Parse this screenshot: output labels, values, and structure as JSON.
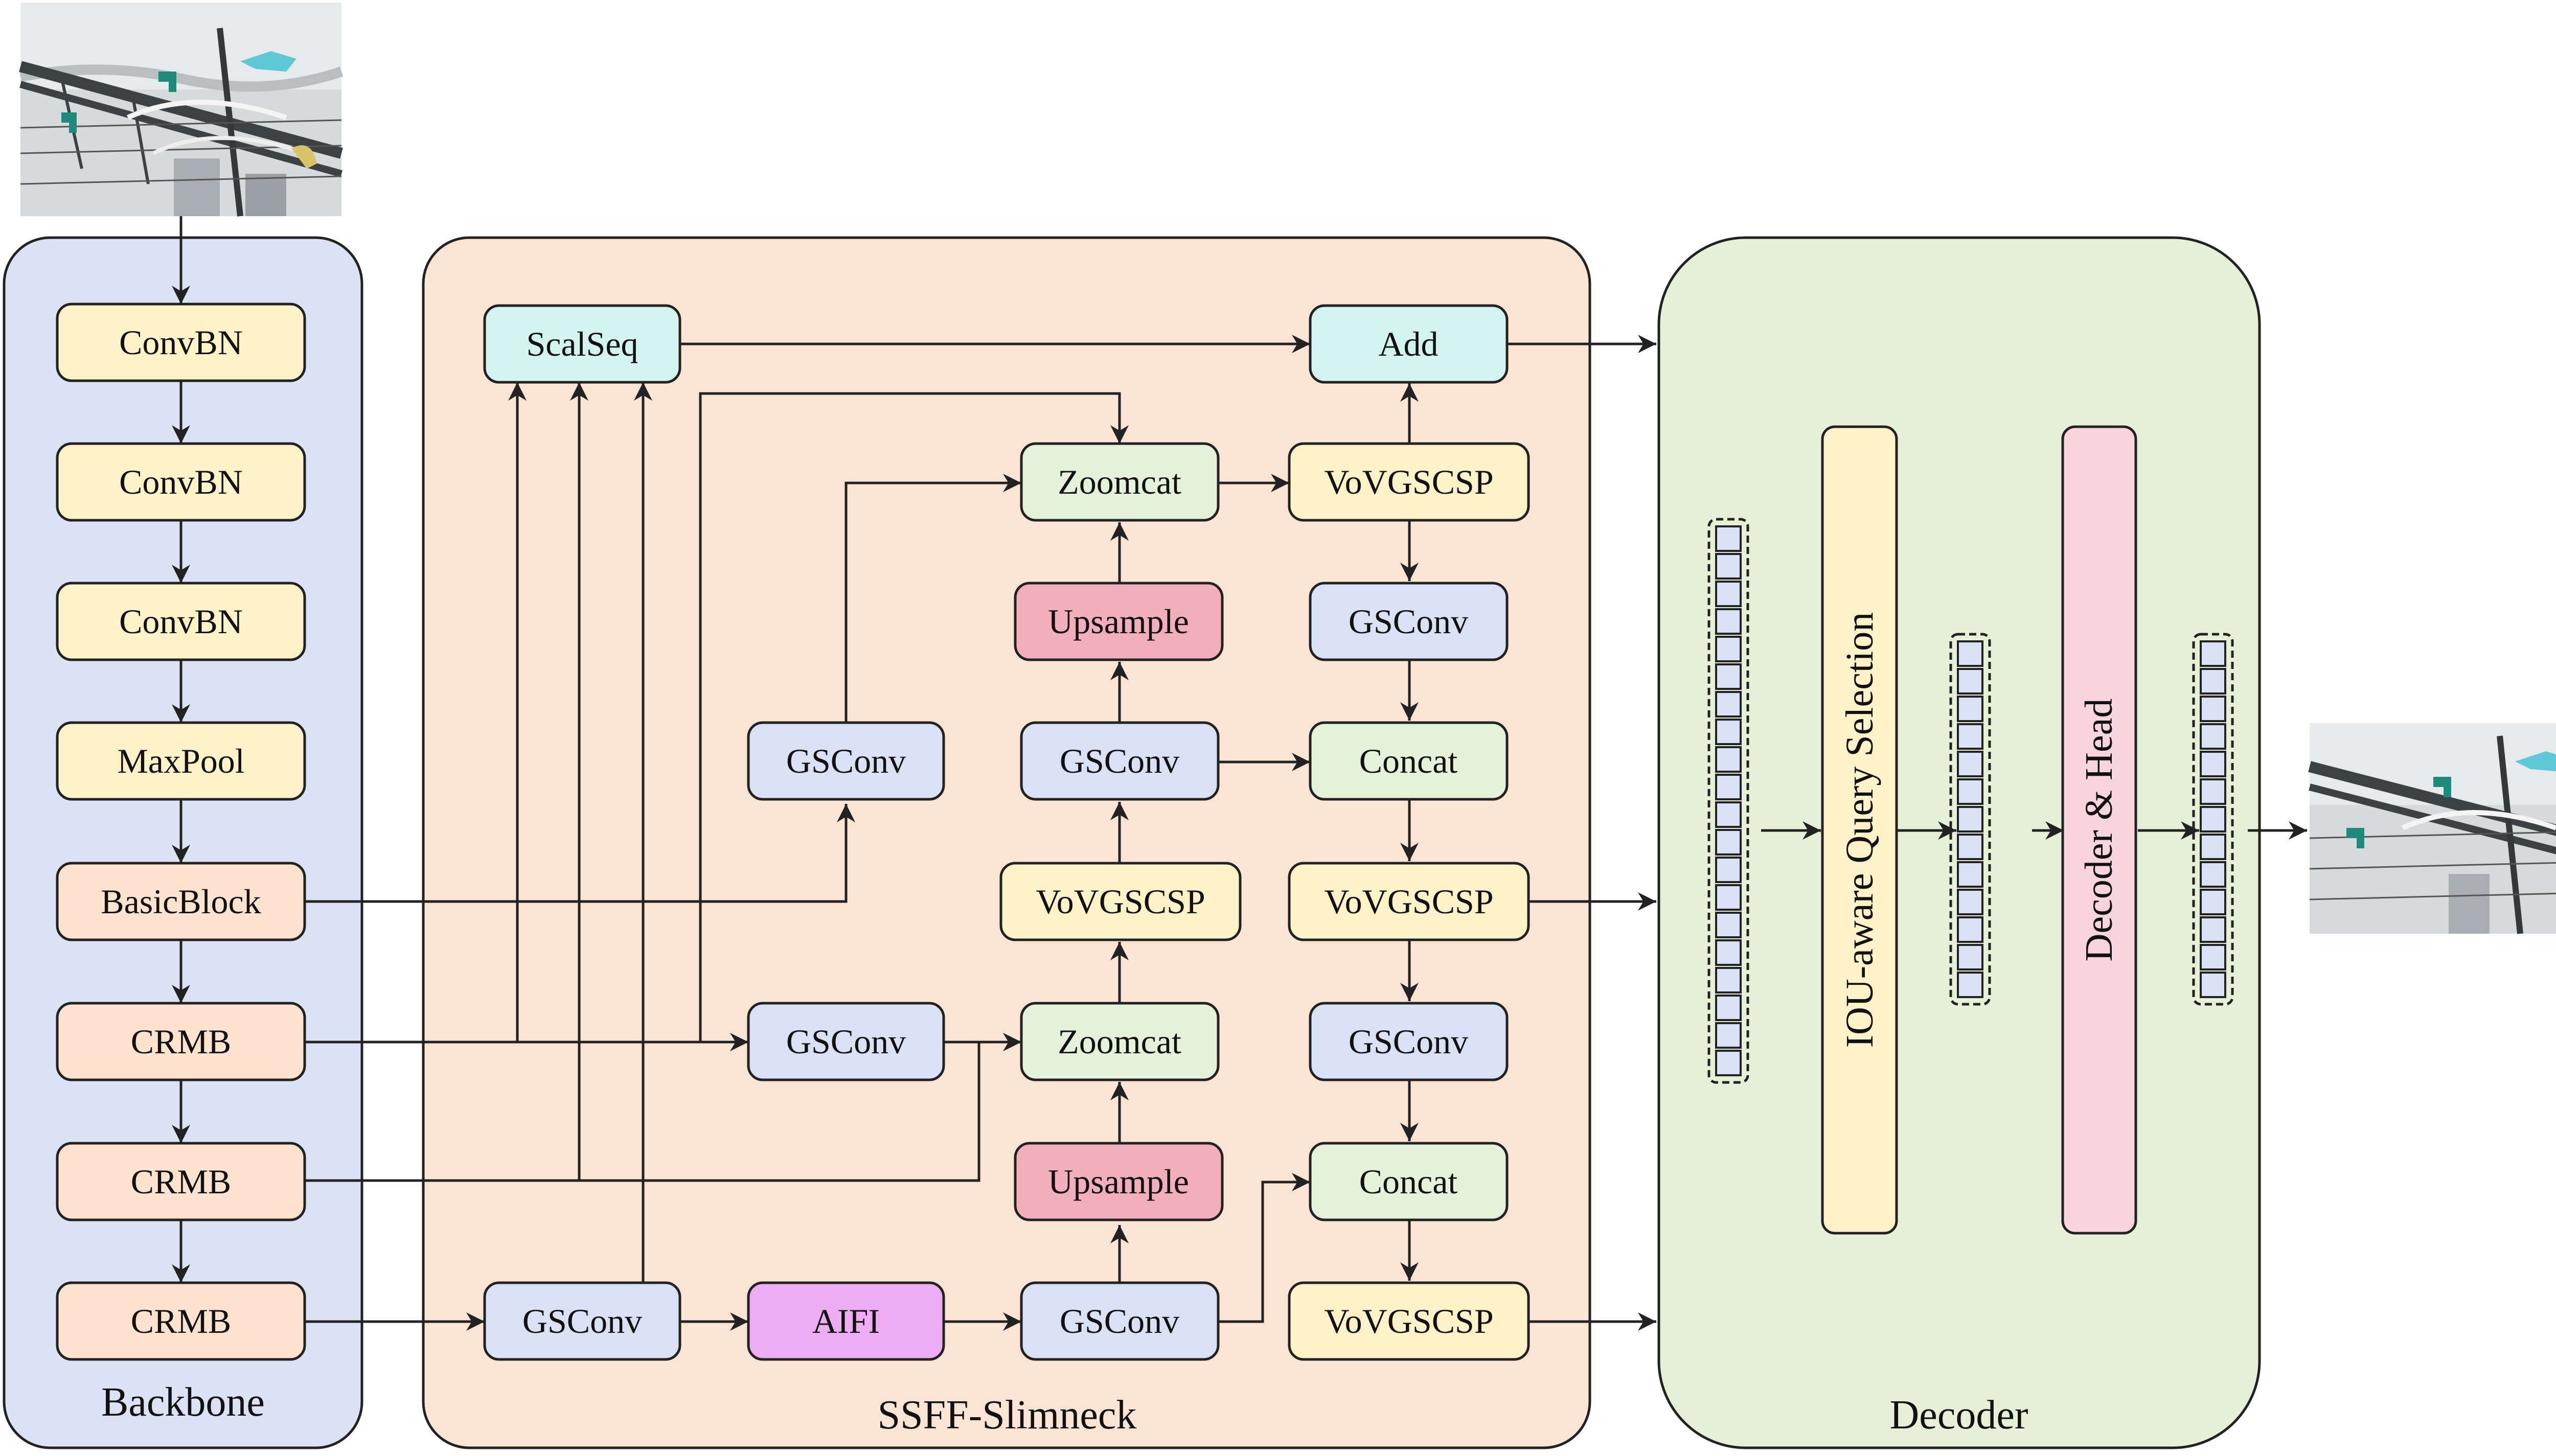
{
  "panels": {
    "backbone": "Backbone",
    "neck": "SSFF-Slimneck",
    "decoder": "Decoder"
  },
  "backbone": {
    "b1": "ConvBN",
    "b2": "ConvBN",
    "b3": "ConvBN",
    "b4": "MaxPool",
    "b5": "BasicBlock",
    "b6": "CRMB",
    "b7": "CRMB",
    "b8": "CRMB"
  },
  "neck": {
    "scalseq": "ScalSeq",
    "add": "Add",
    "zoomcat_top": "Zoomcat",
    "vov_top": "VoVGSCSP",
    "upsample_top": "Upsample",
    "gsconv_right_top": "GSConv",
    "gsconv_left_top": "GSConv",
    "gsconv_mid": "GSConv",
    "concat_top": "Concat",
    "vov_mid_left": "VoVGSCSP",
    "vov_mid_right": "VoVGSCSP",
    "gsconv_left_bottom": "GSConv",
    "zoomcat_bottom": "Zoomcat",
    "gsconv_right_bottom": "GSConv",
    "upsample_bottom": "Upsample",
    "concat_bottom": "Concat",
    "gsconv_entry": "GSConv",
    "aifi": "AIFI",
    "gsconv_after_aifi": "GSConv",
    "vov_bottom": "VoVGSCSP"
  },
  "decoder": {
    "query": "IOU-aware Query Selection",
    "head": "Decoder & Head"
  },
  "colors": {
    "backbone_bg": "#dbe2f4",
    "neck_bg": "#fbe4d4",
    "decoder_bg": "#e5f1d7",
    "yellow": "#fff1c8",
    "peach": "#fde2cf",
    "cyan": "#d3f3ef",
    "green": "#e3f2d8",
    "blue": "#d9e2f5",
    "red": "#f2aebb",
    "magenta": "#eeacf2",
    "pink": "#f8d5de"
  }
}
